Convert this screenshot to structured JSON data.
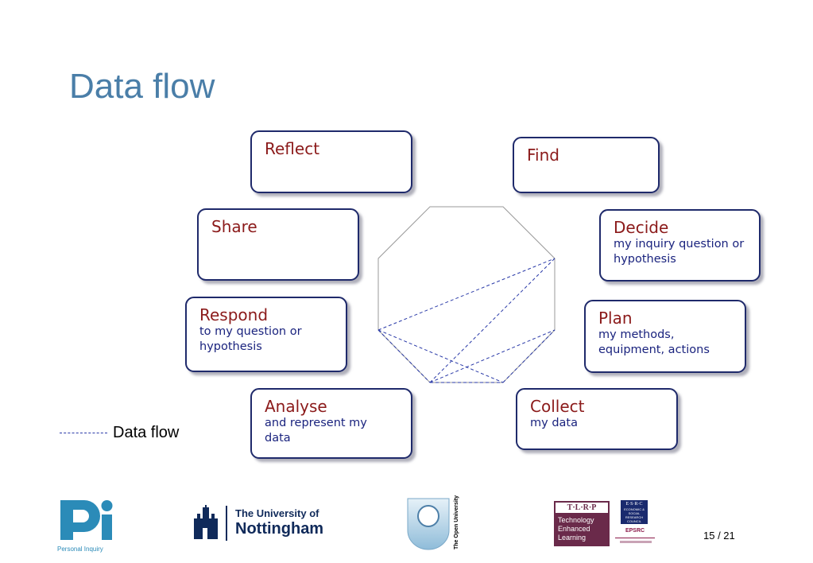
{
  "slide": {
    "title": "Data flow"
  },
  "nodes": {
    "reflect": {
      "title": "Reflect",
      "sub": ""
    },
    "find": {
      "title": "Find",
      "sub": ""
    },
    "share": {
      "title": "Share",
      "sub": ""
    },
    "decide": {
      "title": "Decide",
      "sub": "my inquiry question or hypothesis"
    },
    "respond": {
      "title": "Respond",
      "sub": "to my question or hypothesis"
    },
    "plan": {
      "title": "Plan",
      "sub": "my methods, equipment, actions"
    },
    "analyse": {
      "title": "Analyse",
      "sub": "and represent my data"
    },
    "collect": {
      "title": "Collect",
      "sub": "my data"
    }
  },
  "legend": {
    "label": "Data flow"
  },
  "logos": {
    "personal_inquiry": "Personal Inquiry",
    "nottingham_line1": "The University of",
    "nottingham_line2": "Nottingham",
    "open_university": "The Open University",
    "tlrp_mark": "T·L·R·P",
    "tlrp_line1": "Technology",
    "tlrp_line2": "Enhanced",
    "tlrp_line3": "Learning",
    "esrc_mark": "E·S·R·C",
    "esrc_text": "ECONOMIC & SOCIAL RESEARCH COUNCIL",
    "epsrc": "EPSRC"
  },
  "footer": {
    "page": "15 / 21"
  },
  "colors": {
    "title": "#4a7ea8",
    "node_title": "#8b1a1a",
    "node_sub": "#1a237e",
    "box_border": "#1f2a6b",
    "flow_line": "#2a3aa8"
  }
}
